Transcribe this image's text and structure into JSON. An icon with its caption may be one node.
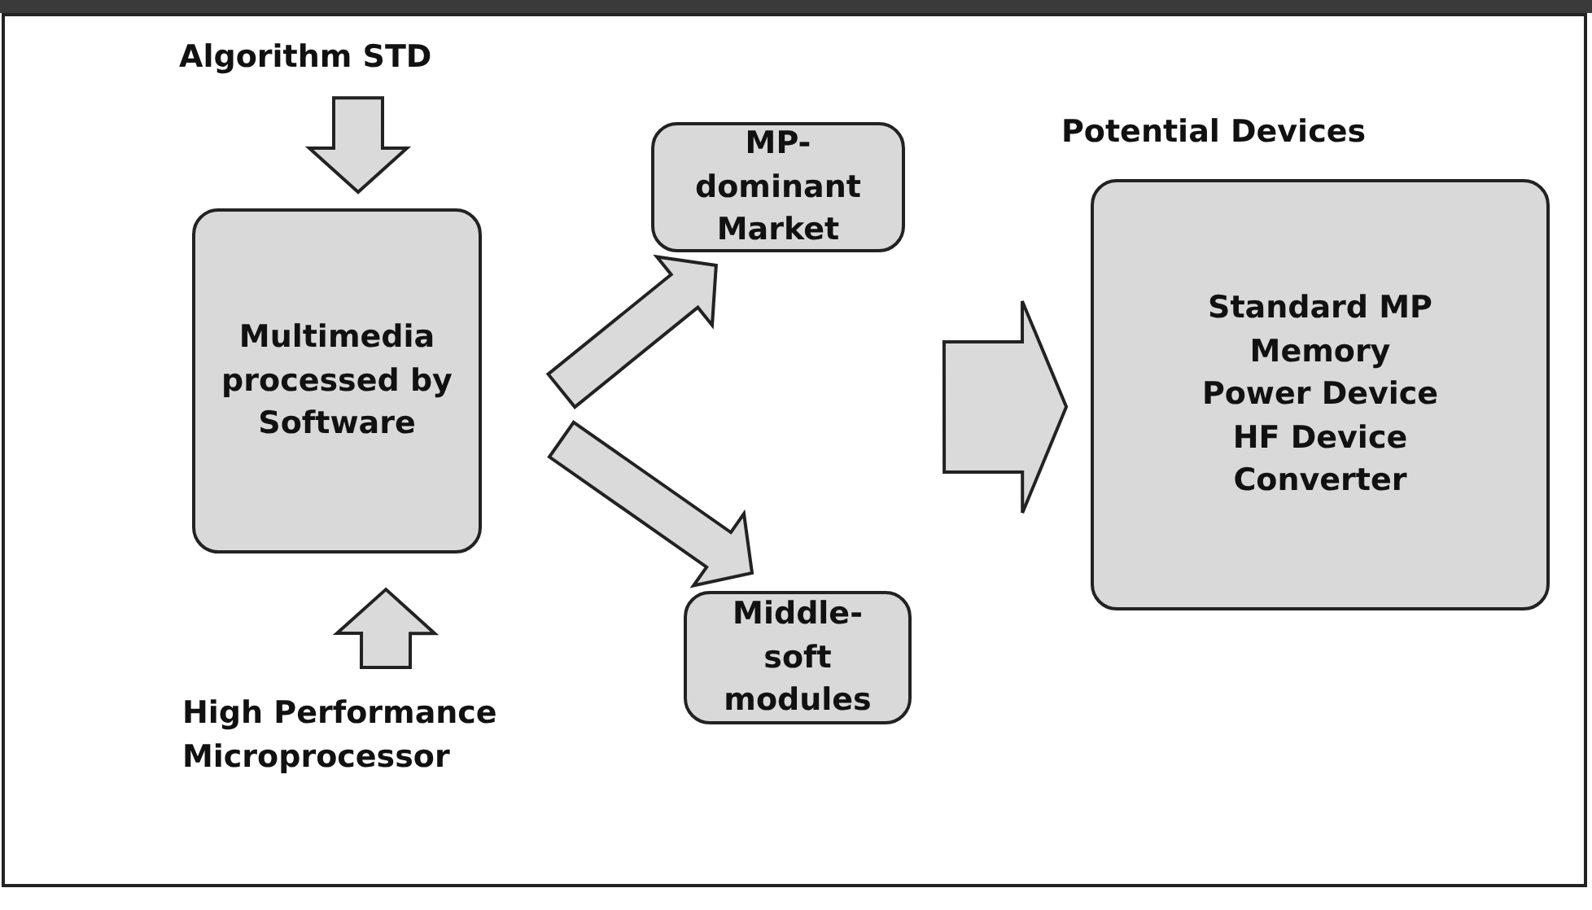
{
  "diagram": {
    "nodes": [
      {
        "text": [
          "Algorithm STD"
        ]
      },
      {
        "text": [
          "Multimedia processed by Software"
        ]
      },
      {
        "text": [
          "MP-dominant Market"
        ]
      },
      {
        "text": [
          "Middle-soft modules"
        ]
      },
      {
        "text": [
          "Potential Devices",
          "Standard MP",
          "Memory",
          "Power Device",
          "HF Device",
          "Converter"
        ]
      },
      {
        "text": [
          "High Performance Microprocessor"
        ]
      }
    ],
    "edges": [
      {
        "from": 0,
        "to": 1,
        "arrow": "to"
      },
      {
        "from": 5,
        "to": 1,
        "arrow": "to"
      },
      {
        "from": 1,
        "to": 2,
        "arrow": "to"
      },
      {
        "from": 1,
        "to": 3,
        "arrow": "to"
      },
      {
        "from": null,
        "to": 4,
        "arrow": "to"
      }
    ]
  }
}
